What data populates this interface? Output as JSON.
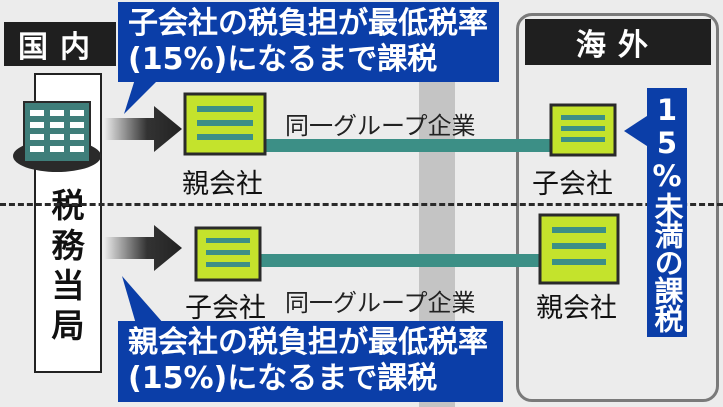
{
  "regions": {
    "domestic": "国内",
    "overseas": "海外"
  },
  "tax_office": {
    "label": "税務当局"
  },
  "callouts": {
    "top": {
      "line1": "子会社の税負担が最低税率",
      "line2": "(15%)になるまで課税"
    },
    "bottom": {
      "line1": "親会社の税負担が最低税率",
      "line2": "(15%)になるまで課税"
    }
  },
  "upper_case": {
    "domestic_company": "親会社",
    "overseas_company": "子会社",
    "relation": "同一グループ企業"
  },
  "lower_case": {
    "domestic_company": "子会社",
    "overseas_company": "親会社",
    "relation": "同一グループ企業"
  },
  "overseas_note": "15%未満の課税",
  "colors": {
    "callout_blue": "#0b3ea8",
    "building_green": "#c4e32c",
    "connector_teal": "#3c8f86",
    "office_icon": "#3f7e7a"
  }
}
